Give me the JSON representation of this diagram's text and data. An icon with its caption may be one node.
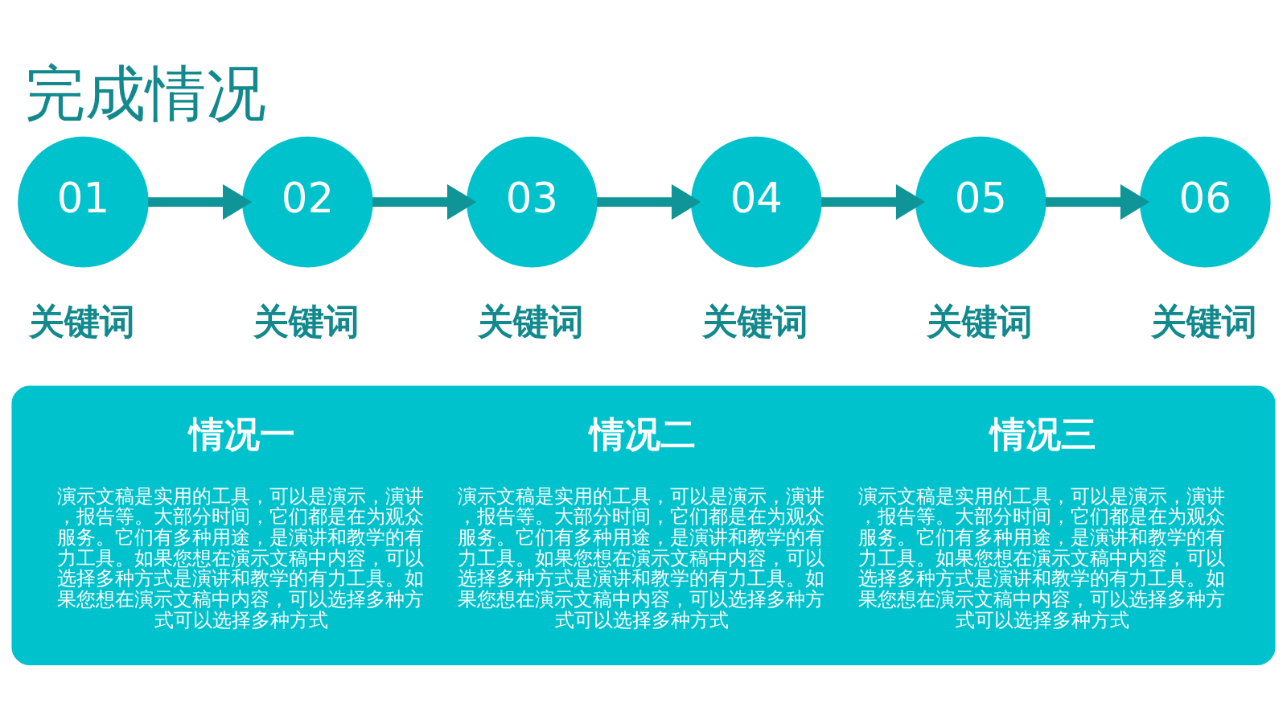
{
  "diagram": {
    "title": "完成情况",
    "nodes": [
      {
        "text": [
          "01"
        ],
        "beside": [
          "关键词"
        ]
      },
      {
        "text": [
          "02"
        ],
        "beside": [
          "关键词"
        ]
      },
      {
        "text": [
          "03"
        ],
        "beside": [
          "关键词"
        ]
      },
      {
        "text": [
          "04"
        ],
        "beside": [
          "关键词"
        ]
      },
      {
        "text": [
          "05"
        ],
        "beside": [
          "关键词"
        ]
      },
      {
        "text": [
          "06"
        ],
        "beside": [
          "关键词"
        ]
      },
      {
        "text": [
          "情况一",
          "演示文稿是实用的工具，可以是演示，演讲，报告等。大部分时间，它们都是在为观众服务。它们有多种用途，是演讲和教学的有力工具。如果您想在演示文稿中内容，可以选择多种方式是演讲和教学的有力工具。如果您想在演示文稿中内容，可以选择多种方式可以选择多种方式",
          "情况二",
          "演示文稿是实用的工具，可以是演示，演讲，报告等。大部分时间，它们都是在为观众服务。它们有多种用途，是演讲和教学的有力工具。如果您想在演示文稿中内容，可以选择多种方式是演讲和教学的有力工具。如果您想在演示文稿中内容，可以选择多种方式可以选择多种方式",
          "情况三",
          "演示文稿是实用的工具，可以是演示，演讲，报告等。大部分时间，它们都是在为观众服务。它们有多种用途，是演讲和教学的有力工具。如果您想在演示文稿中内容，可以选择多种方式是演讲和教学的有力工具。如果您想在演示文稿中内容，可以选择多种方式可以选择多种方式"
        ]
      }
    ],
    "edges": [
      {
        "from": 0,
        "to": 1,
        "arrow": "to"
      },
      {
        "from": 1,
        "to": 2,
        "arrow": "to"
      },
      {
        "from": 2,
        "to": 3,
        "arrow": "to"
      },
      {
        "from": 3,
        "to": 4,
        "arrow": "to"
      },
      {
        "from": 4,
        "to": 5,
        "arrow": "to"
      }
    ]
  }
}
